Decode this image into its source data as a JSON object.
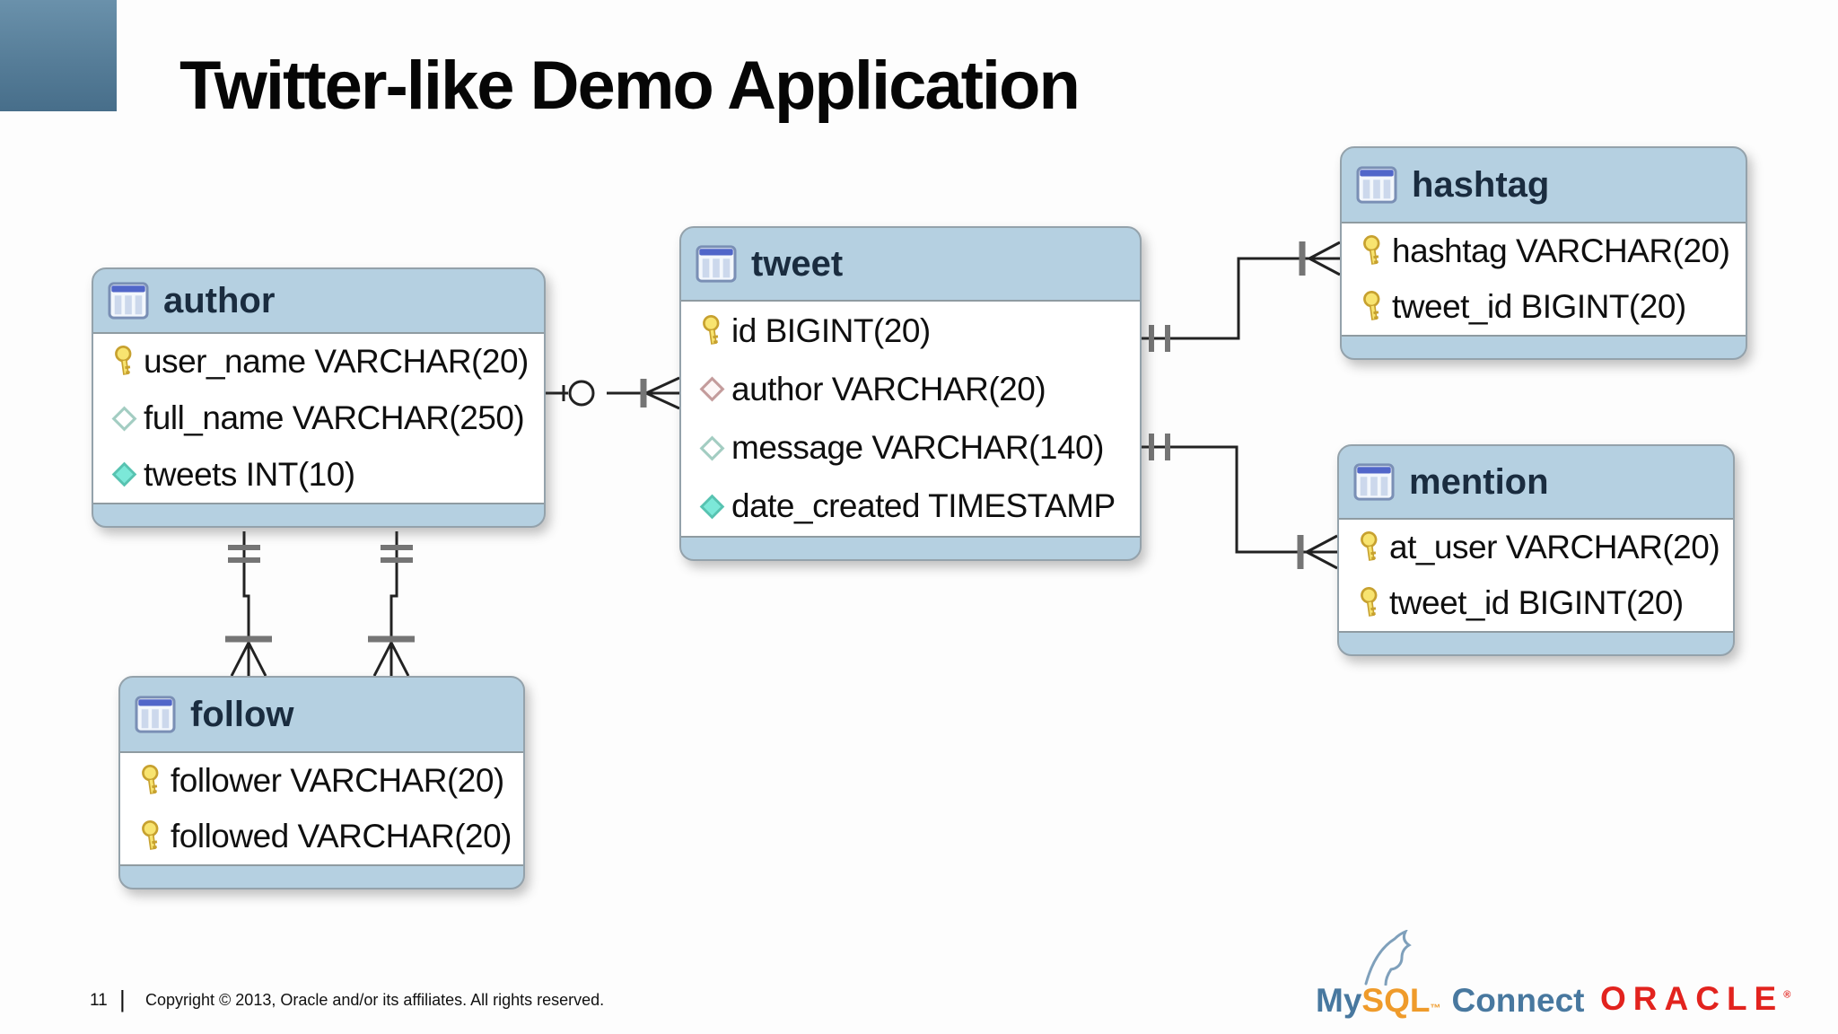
{
  "slide": {
    "title": "Twitter-like Demo Application",
    "page_number": "11",
    "separator": "|",
    "copyright": "Copyright © 2013, Oracle and/or its affiliates. All rights reserved."
  },
  "logos": {
    "mysql": {
      "my": "My",
      "sql": "SQL",
      "tm": "™",
      "connect": "Connect"
    },
    "oracle": {
      "text": "ORACLE",
      "reg": "®"
    }
  },
  "diagram": {
    "tables": [
      {
        "id": "author",
        "name": "author",
        "columns": [
          {
            "icon": "key",
            "label": "user_name VARCHAR(20)"
          },
          {
            "icon": "diamond-hollow",
            "label": "full_name VARCHAR(250)"
          },
          {
            "icon": "diamond-filled",
            "label": "tweets INT(10)"
          }
        ]
      },
      {
        "id": "tweet",
        "name": "tweet",
        "columns": [
          {
            "icon": "key",
            "label": "id BIGINT(20)"
          },
          {
            "icon": "diamond-fk",
            "label": "author VARCHAR(20)"
          },
          {
            "icon": "diamond-hollow",
            "label": "message VARCHAR(140)"
          },
          {
            "icon": "diamond-filled",
            "label": "date_created TIMESTAMP"
          }
        ]
      },
      {
        "id": "hashtag",
        "name": "hashtag",
        "columns": [
          {
            "icon": "key",
            "label": "hashtag VARCHAR(20)"
          },
          {
            "icon": "key",
            "label": "tweet_id BIGINT(20)"
          }
        ]
      },
      {
        "id": "mention",
        "name": "mention",
        "columns": [
          {
            "icon": "key",
            "label": "at_user VARCHAR(20)"
          },
          {
            "icon": "key",
            "label": "tweet_id BIGINT(20)"
          }
        ]
      },
      {
        "id": "follow",
        "name": "follow",
        "columns": [
          {
            "icon": "key",
            "label": "follower VARCHAR(20)"
          },
          {
            "icon": "key",
            "label": "followed VARCHAR(20)"
          }
        ]
      }
    ],
    "relations": [
      {
        "from": "author",
        "to": "tweet",
        "from_cardinality": "zero-or-one",
        "to_cardinality": "one-many"
      },
      {
        "from": "tweet",
        "to": "hashtag",
        "from_cardinality": "one",
        "to_cardinality": "one-many"
      },
      {
        "from": "tweet",
        "to": "mention",
        "from_cardinality": "one",
        "to_cardinality": "one-many"
      },
      {
        "from": "author",
        "to": "follow",
        "from_cardinality": "one",
        "to_cardinality": "one-many"
      },
      {
        "from": "author",
        "to": "follow",
        "from_cardinality": "one",
        "to_cardinality": "one-many"
      }
    ]
  },
  "colors": {
    "table_header_blue": "#b5d0e1",
    "table_border_gray": "#94a2ab",
    "key_yellow": "#f8e470",
    "diamond_teal": "#7ce8d8",
    "mysql_blue": "#48789f",
    "mysql_orange": "#ef9b2b",
    "oracle_red": "#e2231e",
    "corner_blue_top": "#6a91ab",
    "corner_blue_bottom": "#476e8a"
  }
}
